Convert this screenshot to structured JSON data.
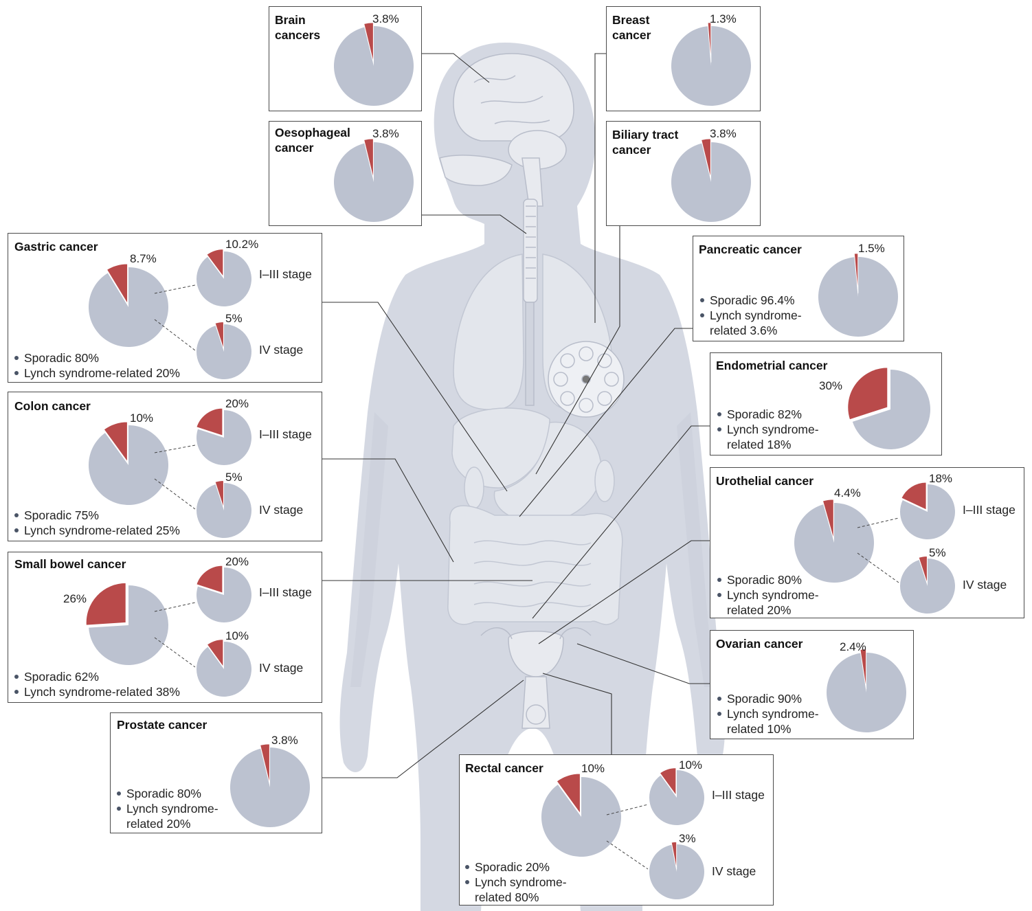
{
  "colors": {
    "rest": "#bcc2d0",
    "lynch": "#b94a4a",
    "body": "#d4d8e2",
    "organ": "#e8eaef",
    "line": "#333333"
  },
  "panels": [
    {
      "id": "brain",
      "title": "Brain\ncancers",
      "icon": "brain-icon"
    },
    {
      "id": "breast",
      "title": "Breast\ncancer",
      "icon": "breast-icon"
    },
    {
      "id": "oesophageal",
      "title": "Oesophageal\ncancer",
      "icon": "oesophagus-icon"
    },
    {
      "id": "biliary",
      "title": "Biliary tract\ncancer",
      "icon": "biliary-tract-icon"
    },
    {
      "id": "gastric",
      "title": "Gastric cancer",
      "bullets": [
        "Sporadic 80%",
        "Lynch syndrome-related 20%"
      ],
      "stage_labels": [
        "I–III stage",
        "IV stage"
      ]
    },
    {
      "id": "pancreatic",
      "title": "Pancreatic cancer",
      "bullets": [
        "Sporadic 96.4%",
        "Lynch syndrome-\nrelated 3.6%"
      ]
    },
    {
      "id": "endometrial",
      "title": "Endometrial cancer",
      "bullets": [
        "Sporadic 82%",
        "Lynch syndrome-\nrelated 18%"
      ]
    },
    {
      "id": "colon",
      "title": "Colon cancer",
      "bullets": [
        "Sporadic 75%",
        "Lynch syndrome-related 25%"
      ],
      "stage_labels": [
        "I–III stage",
        "IV stage"
      ]
    },
    {
      "id": "urothelial",
      "title": "Urothelial cancer",
      "bullets": [
        "Sporadic 80%",
        "Lynch syndrome-\nrelated 20%"
      ],
      "stage_labels": [
        "I–III stage",
        "IV stage"
      ]
    },
    {
      "id": "smallbowel",
      "title": "Small bowel cancer",
      "bullets": [
        "Sporadic 62%",
        "Lynch syndrome-related 38%"
      ],
      "stage_labels": [
        "I–III stage",
        "IV stage"
      ]
    },
    {
      "id": "ovarian",
      "title": "Ovarian cancer",
      "bullets": [
        "Sporadic 90%",
        "Lynch syndrome-\nrelated 10%"
      ]
    },
    {
      "id": "prostate",
      "title": "Prostate cancer",
      "bullets": [
        "Sporadic 80%",
        "Lynch syndrome-\nrelated 20%"
      ]
    },
    {
      "id": "rectal",
      "title": "Rectal cancer",
      "bullets": [
        "Sporadic 20%",
        "Lynch syndrome-\nrelated 80%"
      ],
      "stage_labels": [
        "I–III stage",
        "IV stage"
      ]
    }
  ],
  "pies": {
    "brain": {
      "value": 3.8,
      "label": "3.8%"
    },
    "breast": {
      "value": 1.3,
      "label": "1.3%"
    },
    "oesophageal": {
      "value": 3.8,
      "label": "3.8%"
    },
    "biliary": {
      "value": 3.8,
      "label": "3.8%"
    },
    "gastric_main": {
      "value": 8.7,
      "label": "8.7%"
    },
    "gastric_early": {
      "value": 10.2,
      "label": "10.2%"
    },
    "gastric_late": {
      "value": 5,
      "label": "5%"
    },
    "pancreatic": {
      "value": 1.5,
      "label": "1.5%"
    },
    "endometrial": {
      "value": 30,
      "label": "30%"
    },
    "colon_main": {
      "value": 10,
      "label": "10%"
    },
    "colon_early": {
      "value": 20,
      "label": "20%"
    },
    "colon_late": {
      "value": 5,
      "label": "5%"
    },
    "urothelial_main": {
      "value": 4.4,
      "label": "4.4%"
    },
    "urothelial_early": {
      "value": 18,
      "label": "18%"
    },
    "urothelial_late": {
      "value": 5,
      "label": "5%"
    },
    "smallbowel_main": {
      "value": 26,
      "label": "26%"
    },
    "smallbowel_early": {
      "value": 20,
      "label": "20%"
    },
    "smallbowel_late": {
      "value": 10,
      "label": "10%"
    },
    "ovarian": {
      "value": 2.4,
      "label": "2.4%"
    },
    "prostate": {
      "value": 3.8,
      "label": "3.8%"
    },
    "rectal_main": {
      "value": 10,
      "label": "10%"
    },
    "rectal_early": {
      "value": 10,
      "label": "10%"
    },
    "rectal_late": {
      "value": 3,
      "label": "3%"
    }
  }
}
